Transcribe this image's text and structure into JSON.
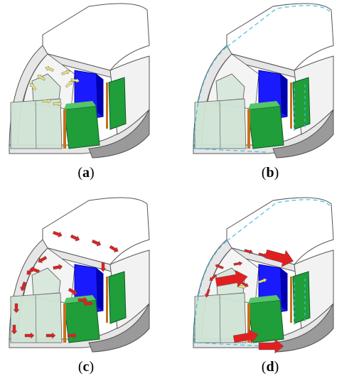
{
  "panels": [
    {
      "id": "a",
      "label": "a"
    },
    {
      "id": "b",
      "label": "b"
    },
    {
      "id": "c",
      "label": "c"
    },
    {
      "id": "d",
      "label": "d"
    }
  ],
  "colors": {
    "background": "#ffffff",
    "housing": "#e6e6e6",
    "housing_dark": "#9a9a9a",
    "housing_edge": "#555555",
    "coil_green": "#1f9e3a",
    "coil_green_light": "#56c46a",
    "magnet_blue": "#1a1aff",
    "magnet_blue_dark": "#0000b0",
    "panel_translucent": "#cfe3d4",
    "copper": "#c8701e",
    "arrow_yellow": "#f0e27a",
    "arrow_red": "#e02020",
    "dash_cyan": "#40c0e0"
  },
  "arrow_sets": {
    "a": "yellow",
    "b": "cyan-dashed",
    "c": "red",
    "d": "red-yellow-cyan"
  }
}
